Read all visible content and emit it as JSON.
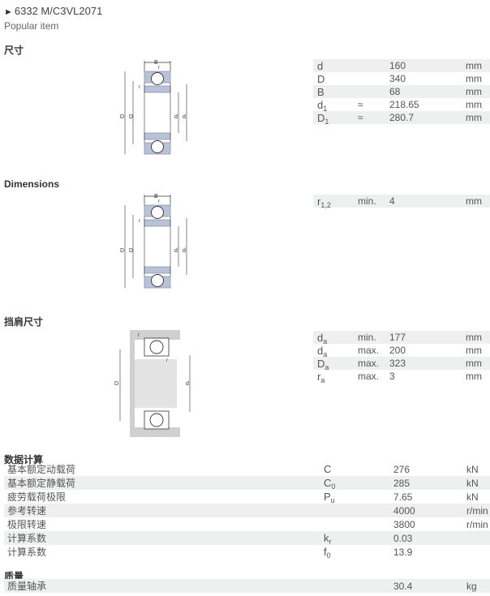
{
  "header": {
    "arrow": "►",
    "product": "6332 M/C3VL2071",
    "tag": "Popular item"
  },
  "sections": {
    "size": "尺寸",
    "dimensions": "Dimensions",
    "abutment": "挡肩尺寸",
    "calc": "数据计算",
    "mass": "质量"
  },
  "size_rows": [
    {
      "sym": "d",
      "sub": "",
      "mod": "",
      "val": "160",
      "unit": "mm"
    },
    {
      "sym": "D",
      "sub": "",
      "mod": "",
      "val": "340",
      "unit": "mm"
    },
    {
      "sym": "B",
      "sub": "",
      "mod": "",
      "val": "68",
      "unit": "mm"
    },
    {
      "sym": "d",
      "sub": "1",
      "mod": "≈",
      "val": "218.65",
      "unit": "mm"
    },
    {
      "sym": "D",
      "sub": "1",
      "mod": "≈",
      "val": "280.7",
      "unit": "mm"
    }
  ],
  "dim_rows": [
    {
      "sym": "r",
      "sub": "1,2",
      "mod": "min.",
      "val": "4",
      "unit": "mm"
    }
  ],
  "abut_rows": [
    {
      "sym": "d",
      "sub": "a",
      "mod": "min.",
      "val": "177",
      "unit": "mm"
    },
    {
      "sym": "d",
      "sub": "a",
      "mod": "max.",
      "val": "200",
      "unit": "mm"
    },
    {
      "sym": "D",
      "sub": "a",
      "mod": "max.",
      "val": "323",
      "unit": "mm"
    },
    {
      "sym": "r",
      "sub": "a",
      "mod": "max.",
      "val": "3",
      "unit": "mm"
    }
  ],
  "calc_rows": [
    {
      "name": "基本额定动载荷",
      "sym": "C",
      "sub": "",
      "val": "276",
      "unit": "kN"
    },
    {
      "name": "基本额定静载荷",
      "sym": "C",
      "sub": "0",
      "val": "285",
      "unit": "kN"
    },
    {
      "name": "疲劳载荷极限",
      "sym": "P",
      "sub": "u",
      "val": "7.65",
      "unit": "kN"
    },
    {
      "name": "参考转速",
      "sym": "",
      "sub": "",
      "val": "4000",
      "unit": "r/min"
    },
    {
      "name": "极限转速",
      "sym": "",
      "sub": "",
      "val": "3800",
      "unit": "r/min"
    },
    {
      "name": "计算系数",
      "sym": "k",
      "sub": "r",
      "val": "0.03",
      "unit": ""
    },
    {
      "name": "计算系数",
      "sym": "f",
      "sub": "0",
      "val": "13.9",
      "unit": ""
    }
  ],
  "mass_rows": [
    {
      "name": "质量轴承",
      "sym": "",
      "sub": "",
      "val": "30.4",
      "unit": "kg"
    }
  ],
  "fig_labels": {
    "B": "B",
    "r1": "r",
    "r1s": "1",
    "r2": "r",
    "r2s": "2",
    "D": "D",
    "D1": "D",
    "D1s": "1",
    "d": "d",
    "d1": "d",
    "d1s": "1",
    "ra": "r",
    "ras": "a",
    "Da": "D",
    "Das": "a",
    "da": "d",
    "das": "a"
  },
  "colors": {
    "ring": "#b8c3d8",
    "ring_edge": "#8a97b3",
    "ball": "#ffffff",
    "line": "#333333",
    "shade": "#eef0f0",
    "housing": "#d0d0d0"
  }
}
